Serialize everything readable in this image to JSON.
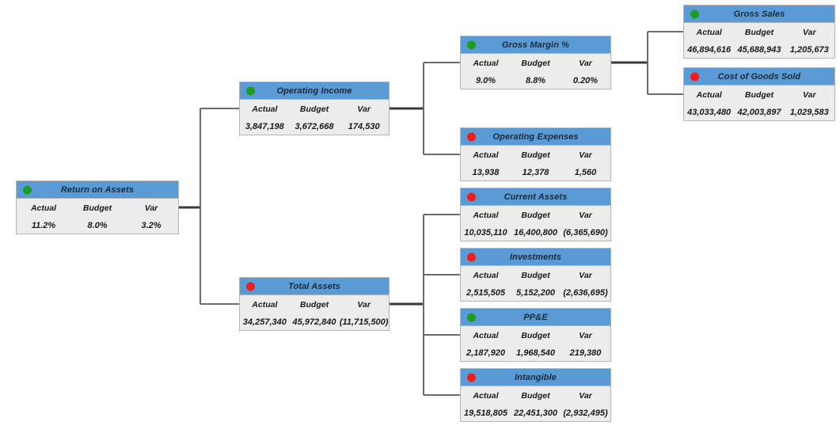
{
  "diagram": {
    "type": "kpi-tree",
    "columns": [
      "Actual",
      "Budget",
      "Var"
    ],
    "colors": {
      "header": "#5b9bd5",
      "body": "#ececec",
      "border": "#b4b4b4",
      "status_green": "#1e9c24",
      "status_red": "#f31c1c",
      "connector": "#6b6b6b",
      "connector_main": "#3a3a3a"
    }
  },
  "nodes": {
    "roa": {
      "title": "Return on Assets",
      "status": "green",
      "headers": [
        "Actual",
        "Budget",
        "Var"
      ],
      "values": [
        "11.2%",
        "8.0%",
        "3.2%"
      ]
    },
    "operating_income": {
      "title": "Operating Income",
      "status": "green",
      "headers": [
        "Actual",
        "Budget",
        "Var"
      ],
      "values": [
        "3,847,198",
        "3,672,668",
        "174,530"
      ]
    },
    "total_assets": {
      "title": "Total Assets",
      "status": "red",
      "headers": [
        "Actual",
        "Budget",
        "Var"
      ],
      "values": [
        "34,257,340",
        "45,972,840",
        "(11,715,500)"
      ]
    },
    "gross_margin": {
      "title": "Gross Margin %",
      "status": "green",
      "headers": [
        "Actual",
        "Budget",
        "Var"
      ],
      "values": [
        "9.0%",
        "8.8%",
        "0.20%"
      ]
    },
    "operating_expenses": {
      "title": "Operating Expenses",
      "status": "red",
      "headers": [
        "Actual",
        "Budget",
        "Var"
      ],
      "values": [
        "13,938",
        "12,378",
        "1,560"
      ]
    },
    "current_assets": {
      "title": "Current Assets",
      "status": "red",
      "headers": [
        "Actual",
        "Budget",
        "Var"
      ],
      "values": [
        "10,035,110",
        "16,400,800",
        "(6,365,690)"
      ]
    },
    "investments": {
      "title": "Investments",
      "status": "red",
      "headers": [
        "Actual",
        "Budget",
        "Var"
      ],
      "values": [
        "2,515,505",
        "5,152,200",
        "(2,636,695)"
      ]
    },
    "ppe": {
      "title": "PP&E",
      "status": "green",
      "headers": [
        "Actual",
        "Budget",
        "Var"
      ],
      "values": [
        "2,187,920",
        "1,968,540",
        "219,380"
      ]
    },
    "intangible": {
      "title": "Intangible",
      "status": "red",
      "headers": [
        "Actual",
        "Budget",
        "Var"
      ],
      "values": [
        "19,518,805",
        "22,451,300",
        "(2,932,495)"
      ]
    },
    "gross_sales": {
      "title": "Gross Sales",
      "status": "green",
      "headers": [
        "Actual",
        "Budget",
        "Var"
      ],
      "values": [
        "46,894,616",
        "45,688,943",
        "1,205,673"
      ]
    },
    "cost_of_goods_sold": {
      "title": "Cost of Goods Sold",
      "status": "red",
      "headers": [
        "Actual",
        "Budget",
        "Var"
      ],
      "values": [
        "43,033,480",
        "42,003,897",
        "1,029,583"
      ]
    }
  }
}
